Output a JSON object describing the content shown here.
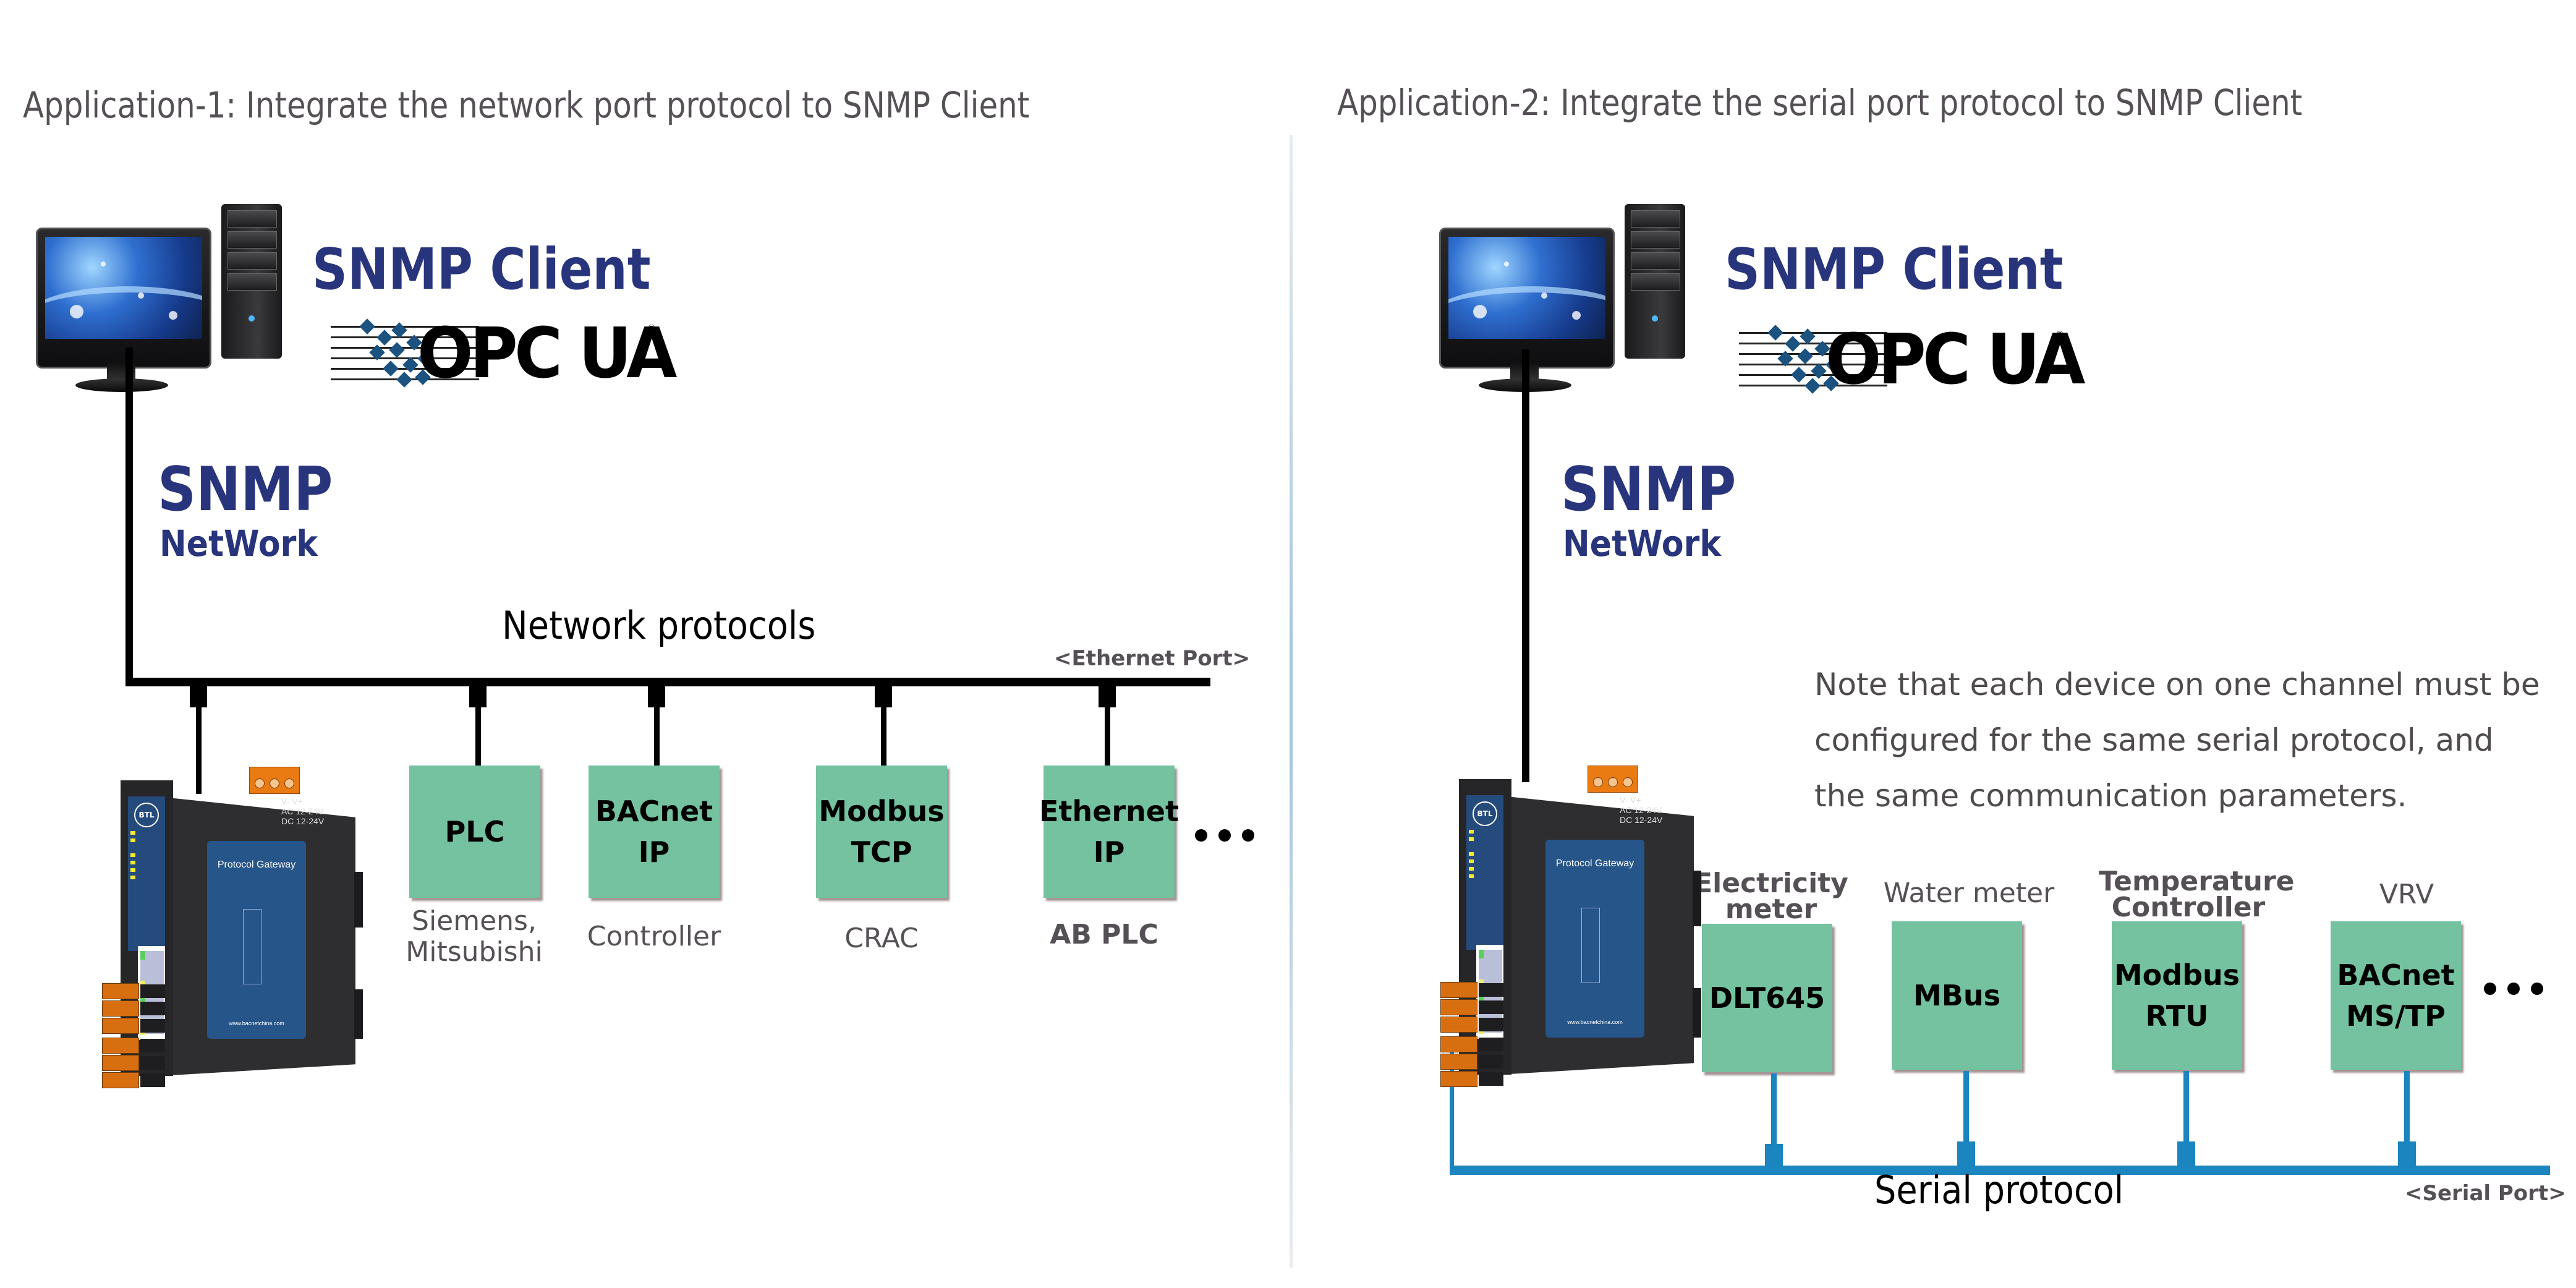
{
  "app1": {
    "title": "Application-1: Integrate the network port protocol to SNMP Client",
    "client_label": "SNMP Client",
    "client_logo": "OPC UA",
    "network_title": "SNMP",
    "network_subtitle": "NetWork",
    "bus_label": "Network protocols",
    "port_label": "<Ethernet Port>",
    "bus_color": "#000000",
    "gateway": {
      "panel_title": "Protocol Gateway",
      "url": "www.bacnetchina.com",
      "logo": "BTL",
      "voltage": "V- V+\nAC 12-24V\nDC 12-24V"
    },
    "devices": [
      {
        "protocol": "PLC",
        "caption": "Siemens,\nMitsubishi",
        "caption_bold": false
      },
      {
        "protocol": "BACnet\nIP",
        "caption": "Controller",
        "caption_bold": false
      },
      {
        "protocol": "Modbus\nTCP",
        "caption": "CRAC",
        "caption_bold": false
      },
      {
        "protocol": "Ethernet\nIP",
        "caption": "AB PLC",
        "caption_bold": true
      }
    ],
    "more_indicator": "more-devices-ellipsis"
  },
  "app2": {
    "title": "Application-2: Integrate the serial port protocol to SNMP Client",
    "client_label": "SNMP Client",
    "client_logo": "OPC UA",
    "network_title": "SNMP",
    "network_subtitle": "NetWork",
    "note": [
      "Note that each device on one channel must be",
      "configured for the same serial protocol, and",
      "the same communication parameters."
    ],
    "bus_label": "Serial protocol",
    "port_label": "<Serial Port>",
    "bus_color": "#1a85be",
    "gateway": {
      "panel_title": "Protocol Gateway",
      "url": "www.bacnetchina.com",
      "logo": "BTL",
      "voltage": "V- V+\nAC 12-24V\nDC 12-24V"
    },
    "devices": [
      {
        "protocol": "DLT645",
        "caption": "Electricity\nmeter"
      },
      {
        "protocol": "MBus",
        "caption": "Water meter"
      },
      {
        "protocol": "Modbus\nRTU",
        "caption": "Temperature\nController"
      },
      {
        "protocol": "BACnet\nMS/TP",
        "caption": "VRV"
      }
    ],
    "more_indicator": "more-devices-ellipsis"
  },
  "colors": {
    "device_box": "#74c29f",
    "brand_navy": "#28357c",
    "text_gray": "#555055"
  }
}
